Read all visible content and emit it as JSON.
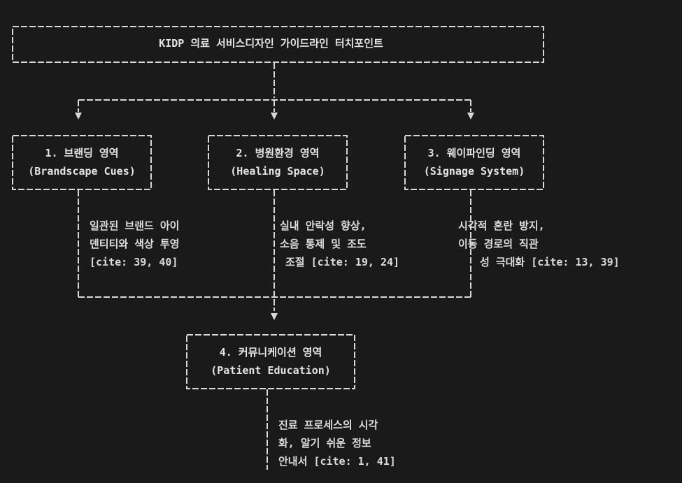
{
  "title": "KIDP 의료 서비스디자인 가이드라인 터치포인트",
  "boxes": [
    {
      "line1": "1. 브랜딩 영역",
      "line2": "(Brandscape Cues)"
    },
    {
      "line1": "2. 병원환경 영역",
      "line2": "(Healing Space)"
    },
    {
      "line1": "3. 웨이파인딩 영역",
      "line2": "(Signage System)"
    },
    {
      "line1": "4. 커뮤니케이션 영역",
      "line2": "(Patient Education)"
    }
  ],
  "descriptions": [
    {
      "lines": [
        "일관된 브랜드 아이",
        "덴티티와 색상 투영",
        "[cite: 39, 40]"
      ]
    },
    {
      "lines": [
        "실내 안락성 향상,",
        "소음 통제 및 조도",
        "조절 [cite: 19, 24]"
      ]
    },
    {
      "lines": [
        "시각적 혼란 방지,",
        "이동 경로의 직관",
        "성 극대화 [cite: 13, 39]"
      ]
    },
    {
      "lines": [
        "진료 프로세스의 시각",
        "화, 알기 쉬운 정보",
        "안내서 [cite: 1, 41]"
      ]
    }
  ],
  "colors": {
    "background": "#1a1a1a",
    "line": "#d8d8d8",
    "text": "#e4e4e4"
  }
}
